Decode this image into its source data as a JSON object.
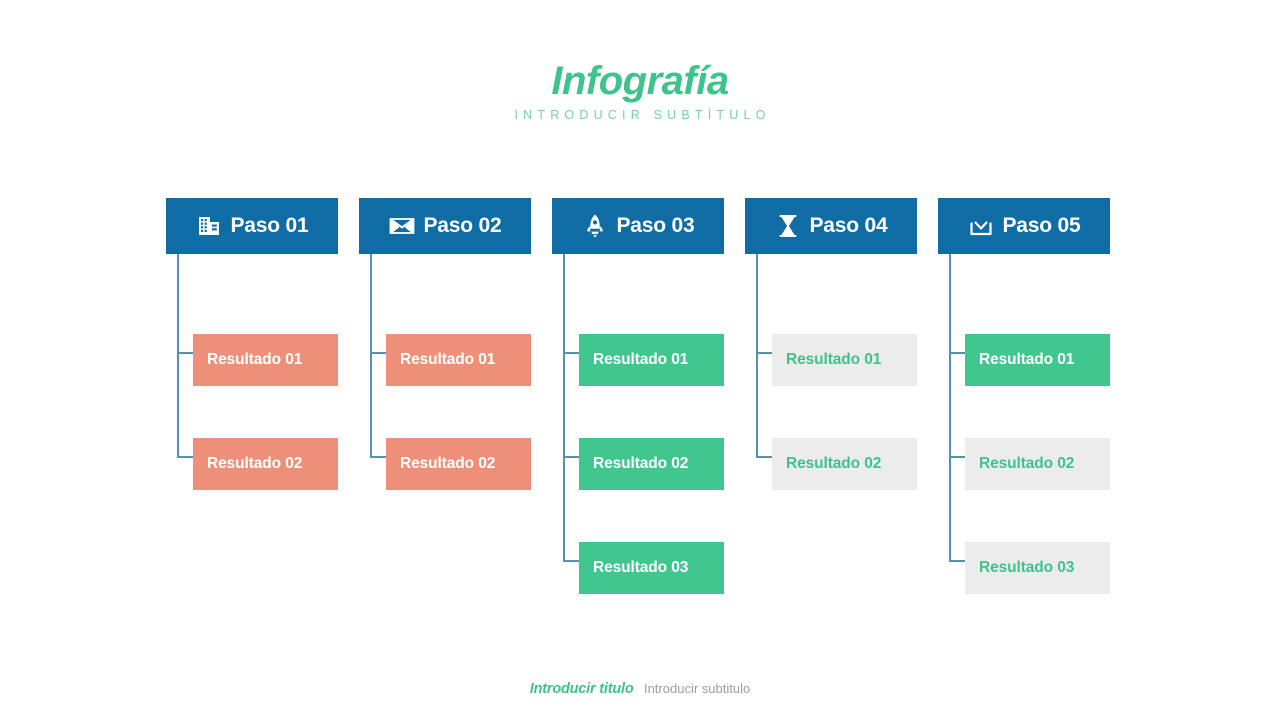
{
  "header": {
    "title": "Infografía",
    "subtitle": "INTRODUCIR SUBTÍTULO"
  },
  "footer": {
    "title": "Introducir titulo",
    "subtitle": "Introducir subtitulo"
  },
  "colors": {
    "brand_green": "#3ec38c",
    "step_blue": "#0f6ca5",
    "connector_blue": "#5b8fb0",
    "salmon": "#ee9079",
    "green_box": "#40c68f",
    "gray_box": "#ececec"
  },
  "columns": [
    {
      "step_label": "Paso 01",
      "icon": "building-icon",
      "results": [
        {
          "label": "Resultado 01",
          "style": "box-salmon"
        },
        {
          "label": "Resultado 02",
          "style": "box-salmon"
        }
      ]
    },
    {
      "step_label": "Paso 02",
      "icon": "envelope-icon",
      "results": [
        {
          "label": "Resultado 01",
          "style": "box-salmon"
        },
        {
          "label": "Resultado 02",
          "style": "box-salmon"
        }
      ]
    },
    {
      "step_label": "Paso 03",
      "icon": "rocket-icon",
      "results": [
        {
          "label": "Resultado 01",
          "style": "box-green"
        },
        {
          "label": "Resultado 02",
          "style": "box-green"
        },
        {
          "label": "Resultado 03",
          "style": "box-green"
        }
      ]
    },
    {
      "step_label": "Paso 04",
      "icon": "hourglass-icon",
      "results": [
        {
          "label": "Resultado 01",
          "style": "box-gray"
        },
        {
          "label": "Resultado 02",
          "style": "box-gray"
        }
      ]
    },
    {
      "step_label": "Paso 05",
      "icon": "inbox-download-icon",
      "results": [
        {
          "label": "Resultado 01",
          "style": "box-green"
        },
        {
          "label": "Resultado 02",
          "style": "box-gray"
        },
        {
          "label": "Resultado 03",
          "style": "box-gray"
        }
      ]
    }
  ]
}
